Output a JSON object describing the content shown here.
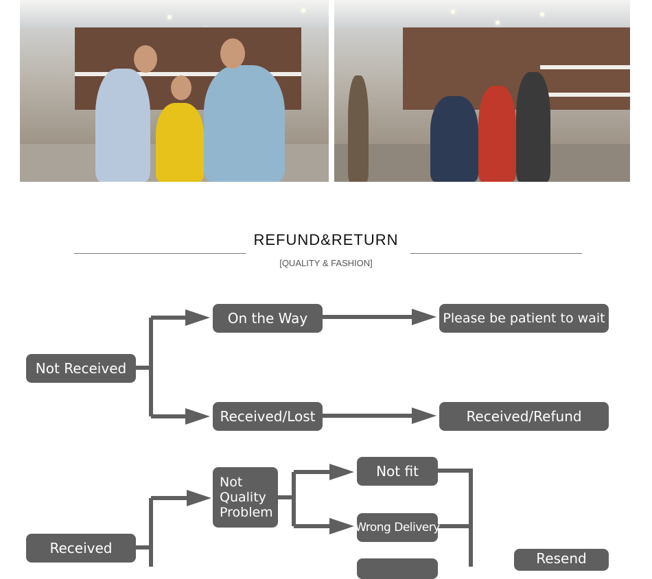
{
  "header": {
    "title": "REFUND&RETURN",
    "subtitle": "[QUALITY & FASHION]"
  },
  "flowchart": {
    "not_received": "Not Received",
    "on_the_way": "On the Way",
    "please_wait": "Please be patient to wait",
    "received_lost": "Received/Lost",
    "received_refund": "Received/Refund",
    "received": "Received",
    "not_quality_problem": "Not Quality Problem",
    "not_fit": "Not fit",
    "wrong_delivery": "Wrong Delivery",
    "resend": "Resend"
  },
  "colors": {
    "box": "#5f5f5f",
    "arrow": "#5f5f5f",
    "text": "#ffffff"
  }
}
